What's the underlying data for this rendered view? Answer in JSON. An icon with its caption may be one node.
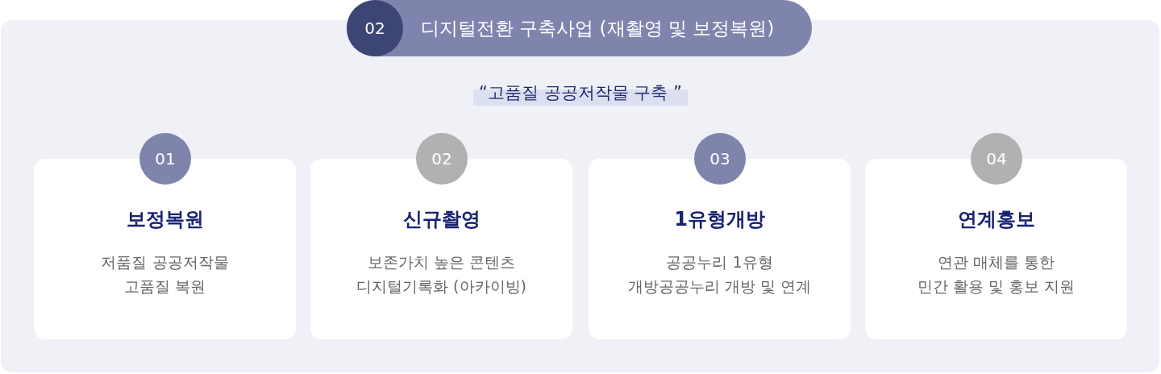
{
  "diagram": {
    "nodes": [
      {
        "text": [
          "디지털전환 구축사업 (재촬영 및 보정복원)"
        ]
      },
      {
        "text": [
          "02"
        ],
        "in": 0
      },
      {
        "text": [
          "01"
        ]
      },
      {
        "text": [
          "보정복원",
          "저품질 공공저작물 고품질 복원"
        ]
      },
      {
        "text": [
          "02"
        ]
      },
      {
        "text": [
          "신규촬영",
          "보존가치 높은 콘텐츠 디지털기록화 (아카이빙)"
        ]
      },
      {
        "text": [
          "03"
        ]
      },
      {
        "text": [
          "1유형개방",
          "공공누리 1유형 개방공공누리 개방 및 연계"
        ]
      },
      {
        "text": [
          "04"
        ]
      },
      {
        "text": [
          "연계홍보",
          "연관 매체를 통한 민간 활용 및 홍보 지원"
        ]
      }
    ],
    "labels": [
      "“고품질 공공저작물 구축 ”"
    ]
  }
}
